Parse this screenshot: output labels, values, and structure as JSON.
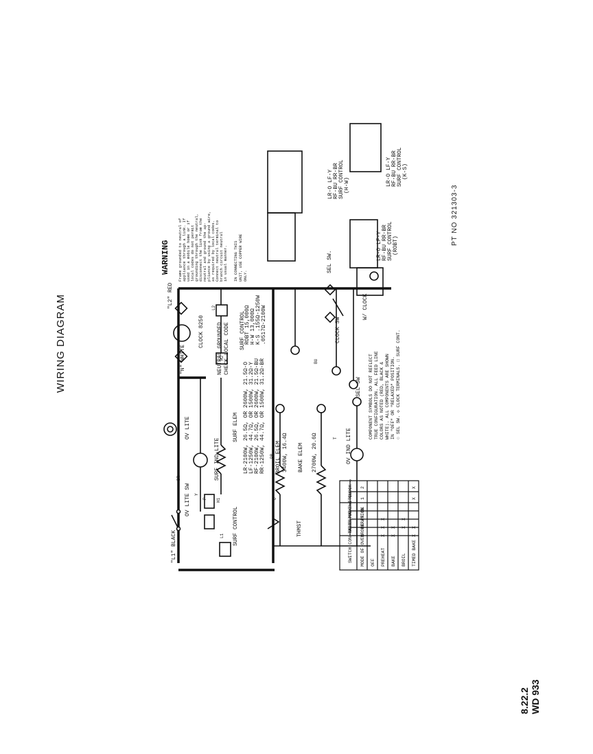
{
  "page": {
    "title": "WIRING DIAGRAM",
    "page_number": "8.22.2",
    "document_code": "WD 933",
    "part_number": "PT NO 321303-3"
  },
  "diagram": {
    "lines": {
      "l1": "\"L1\" BLACK",
      "n": "\"N\" WHITE",
      "l2": "\"L2\" RED"
    },
    "components": {
      "ov_lite_sw": "OV LITE SW",
      "ov_lite": "OV LITE",
      "surf_ind_lite": "SURF IND LITE",
      "surf_elem": "SURF ELEM",
      "surf_control": "SURF CONTROL",
      "surf_control_2": "SURF CONTROL",
      "clock": "CLOCK 8250",
      "neutral_note_1": "NEUTRAL GROUNDED",
      "neutral_note_2": "CHECK LOCAL CODE",
      "broil_elem": "BROIL ELEM",
      "broil_rating": "3400W, 16.4Ω",
      "bake_elem": "BAKE ELEM",
      "bake_rating": "2700W, 20.6Ω",
      "thmst": "THMST",
      "ov_ind_lite": "OV IND LITE",
      "sel_sw": "SEL SW",
      "clock_sw": "CLOCK SW",
      "w_clock": "W/ CLOCK"
    },
    "element_ratings": [
      "LR-2100W, 26.5Ω, OR 2600W, 21.5Ω-O",
      "LF-1250W, 44.7Ω, OR 1500W, 31.2Ω-Y",
      "RF-2100W, 26.5Ω, OR 2600W, 21.5Ω-BU",
      "RR-1250W, 44.7Ω, OR 1500W, 31.2Ω-BR"
    ],
    "surf_control_ratings": [
      "ROBT  15,000Ω",
      "H-W   13,000Ω",
      "K-S   .155Ω-1250W",
      "      .0517Ω-2100W"
    ],
    "wire_colors": [
      "BR",
      "Y",
      "P",
      "H1",
      "L1",
      "L2",
      "H2",
      "PR",
      "BU",
      "O",
      "T"
    ],
    "warning": {
      "heading": "WARNING",
      "text": [
        "Frame grounded to neutral of",
        "appliance through a link. If",
        "used in a mobile home or if",
        "local codes do not permit",
        "grounding through the neutral,",
        "disconnect the link from the",
        "neutral and ground the ap-",
        "pliance by using a ground wire,",
        "as required by local codes.",
        "Connect neutral terminal to",
        "branch circuit neutral",
        "in usual manner."
      ],
      "copper_note": [
        "IN CONNECTING THIS",
        "UNIT, USE COPPER WIRE",
        "ONLY."
      ]
    },
    "inset_controls": [
      {
        "caption": "SURF CONTROL",
        "variant": "(H-W)",
        "legend": [
          "LR-O  LF-Y",
          "RF-BU RR-BR"
        ]
      },
      {
        "caption": "SURF CONTROL",
        "variant": "(ROBT)",
        "legend": [
          "LR-O  LF-Y",
          "RF-BU RR-BR"
        ]
      },
      {
        "caption": "SURF CONTROL",
        "variant": "(K-S)",
        "legend": [
          "LR-O  LF-Y",
          "RF-BU RR-BR"
        ]
      },
      {
        "caption": "SEL SW.",
        "variant": "",
        "legend": []
      }
    ],
    "notes": [
      "COMPONENT SYMBOLS DO NOT REFLECT",
      "TRUE CONFIGURATION. ALL FEED LINE",
      "COLORS AS NOTED (RED, BLACK &",
      "WHITE). ALL COMPONENTS ARE SHOWN",
      "IN \"OFF\" OR \"RELAXED\" POSITION.",
      "○ SEL SW.  ◇ CLOCK TERMINALS.  □ SURF CONT."
    ],
    "switch_table": {
      "title": "SWITCH CON-TACTS MADE",
      "headers": [
        "MODE OF OVEN OPERATION",
        "SELECTOR SWITCH ○",
        "CLOCK ◇"
      ],
      "sub_headers": [
        "BR",
        "BK",
        "PR",
        "BK",
        "1",
        "2"
      ],
      "rows": [
        {
          "mode": "OFF",
          "marks": [
            "",
            "",
            "",
            "",
            "",
            ""
          ]
        },
        {
          "mode": "PREHEAT",
          "marks": [
            "X",
            "X",
            "X",
            "",
            "",
            ""
          ]
        },
        {
          "mode": "BAKE",
          "marks": [
            "X",
            "X",
            "",
            "",
            "",
            ""
          ]
        },
        {
          "mode": "BROIL",
          "marks": [
            "",
            "X",
            "X",
            "",
            "",
            ""
          ]
        },
        {
          "mode": "TIMED BAKE",
          "marks": [
            "X",
            "X",
            "",
            "",
            "X",
            "X"
          ]
        }
      ]
    }
  }
}
